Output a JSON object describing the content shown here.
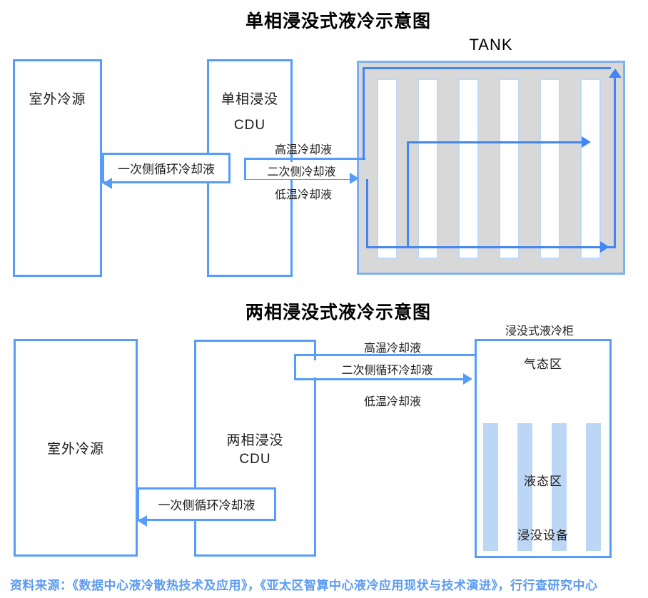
{
  "top_diagram": {
    "title": "单相浸没式液冷示意图",
    "outdoor_box": "室外冷源",
    "cdu_line1": "单相浸没",
    "cdu_line2": "CDU",
    "primary_pipe_label": "一次侧循环冷却液",
    "hot_label": "高温冷却液",
    "secondary_pipe_label": "二次侧冷却液",
    "cold_label": "低温冷却液",
    "tank_label": "TANK",
    "server_slots": 6
  },
  "bottom_diagram": {
    "title": "两相浸没式液冷示意图",
    "outdoor_box": "室外冷源",
    "cdu_line1": "两相浸没",
    "cdu_line2": "CDU",
    "primary_pipe_label": "一次侧循环冷却液",
    "hot_label": "高温冷却液",
    "secondary_pipe_label": "二次侧循环冷却液",
    "cold_label": "低温冷却液",
    "cabinet_label": "浸没式液冷柜",
    "gas_zone_label": "气态区",
    "liquid_zone_label": "液态区",
    "equipment_label": "浸没设备",
    "equipment_bars": 4
  },
  "footer": {
    "source_text": "资料来源：《数据中心液冷散热技术及应用》，《亚太区智算中心液冷应用现状与技术演进》，行行查研究中心"
  },
  "colors": {
    "box_border": "#559DF8",
    "pipe_arrow": "#4285F4",
    "tank_border": "#7FB1F2",
    "tank_fill": "#D8D8D8",
    "server_bar_border": "#BDD9F7",
    "server_bar_fill": "#FFFFFF",
    "liquid_bar_fill": "#BCD7F5",
    "source_text_color": "#5B9BF5",
    "title_color": "#000000"
  }
}
